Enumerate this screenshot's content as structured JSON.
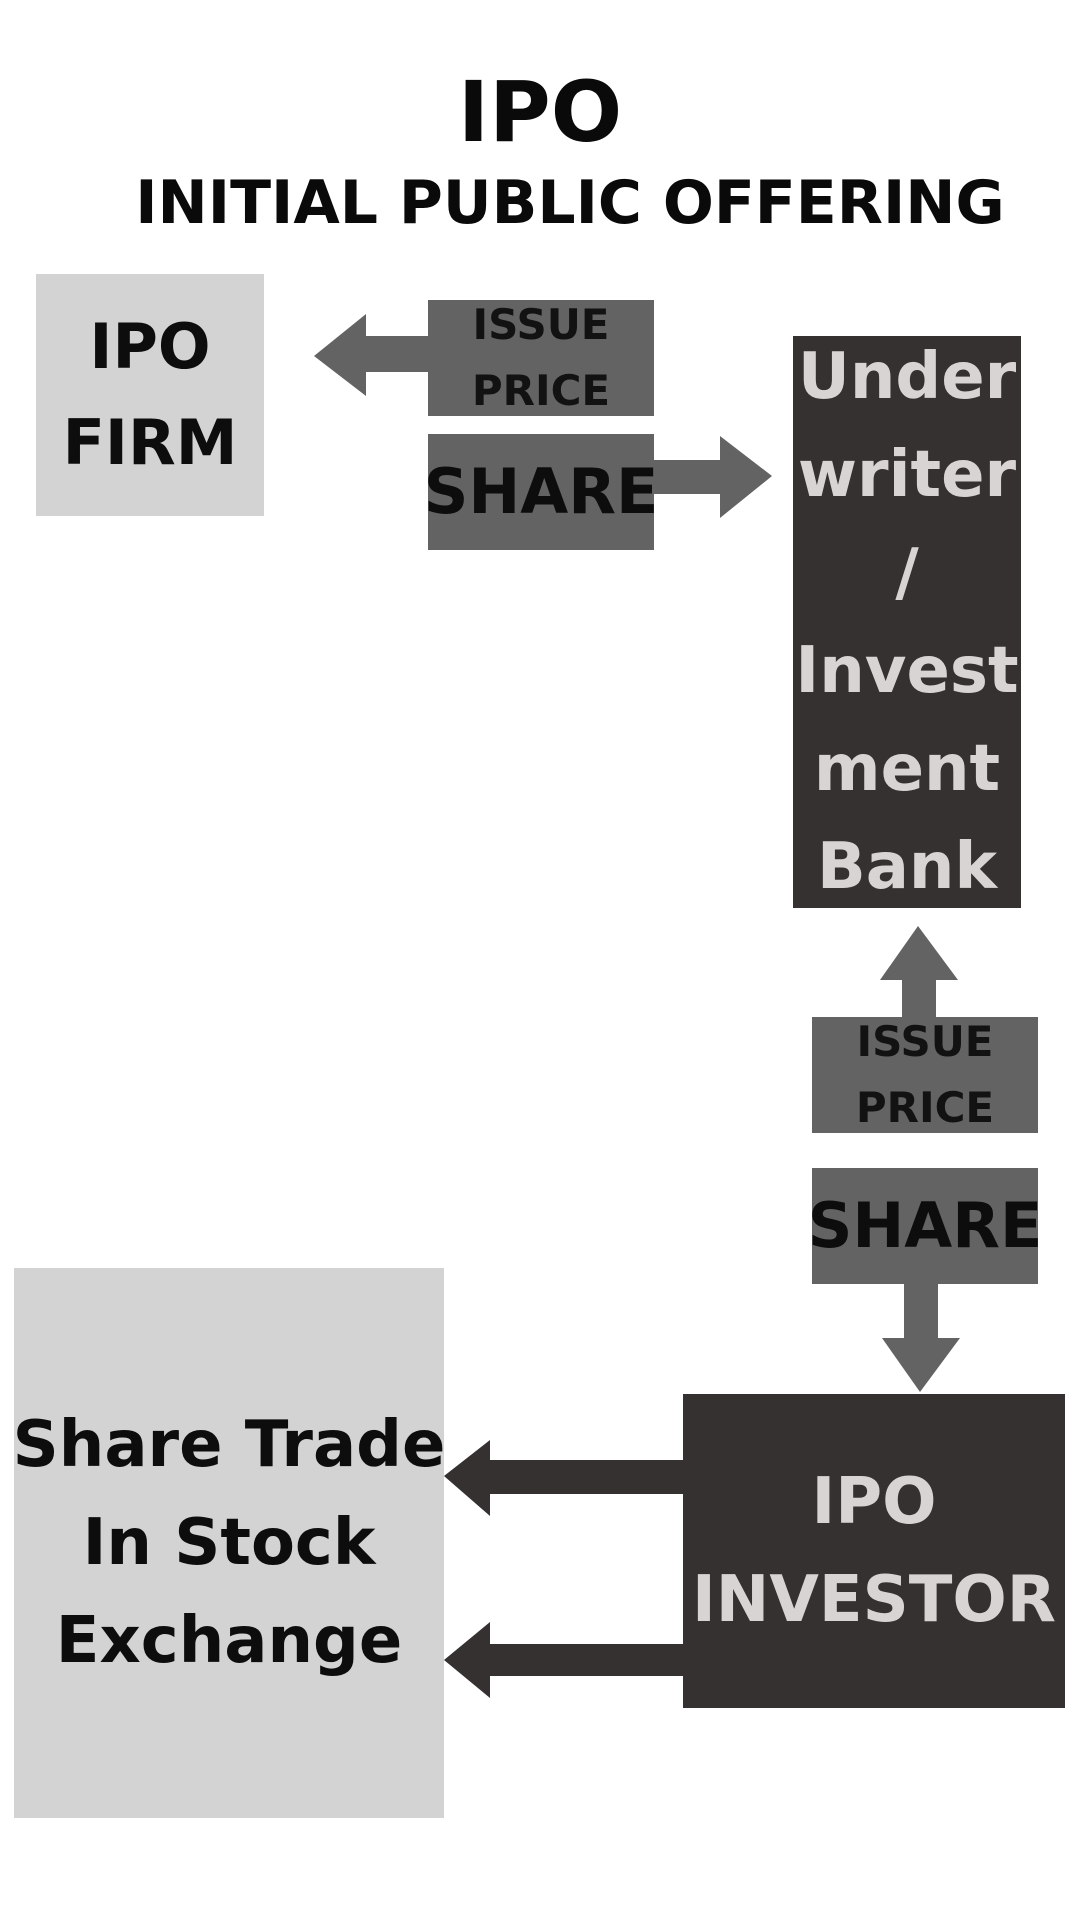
{
  "header": {
    "title": "IPO",
    "subtitle": "INITIAL PUBLIC OFFERING"
  },
  "nodes": {
    "ipo_firm": [
      "IPO",
      "FIRM"
    ],
    "underwriter": [
      "Under",
      "writer",
      "/",
      "Invest",
      "ment",
      "Bank"
    ],
    "ipo_investor": [
      "IPO",
      "INVESTOR"
    ],
    "stock_exchange": [
      "Share Trade",
      "In Stock",
      "Exchange"
    ]
  },
  "labels": {
    "issue_price_top": [
      "ISSUE",
      "PRICE"
    ],
    "share_top": "SHARE",
    "issue_price_right": [
      "ISSUE",
      "PRICE"
    ],
    "share_right": "SHARE"
  },
  "colors": {
    "light_box": "#d3d3d3",
    "dark_box": "#353131",
    "mid_box": "#636363",
    "arrow_gray": "#636363",
    "arrow_dark": "#353131",
    "dark_text": "#0d0d0d",
    "light_text": "#d9d4d4"
  }
}
